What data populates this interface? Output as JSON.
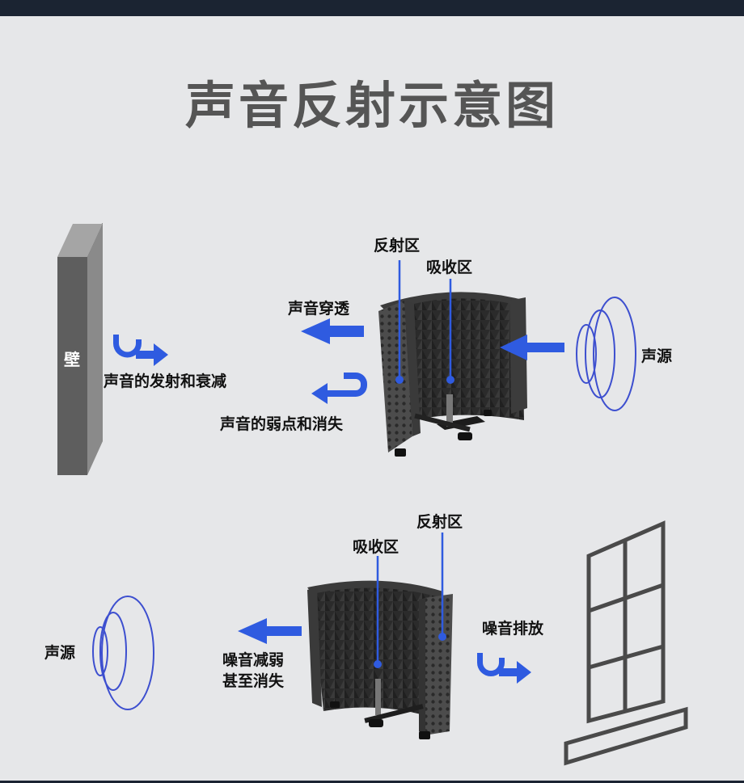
{
  "title": "声音反射示意图",
  "colors": {
    "arrow": "#2f5be0",
    "ring": "#3d4fcf",
    "wall": "#5b5b5b",
    "foam": "#2e2e2e",
    "window": "#4a4a4a"
  },
  "top": {
    "wall_label": "壁",
    "reflect_zone": "反射区",
    "absorb_zone": "吸收区",
    "penetration": "声音穿透",
    "reflection_decay": "声音的发射和衰减",
    "weakening": "声音的弱点和消失",
    "source": "声源"
  },
  "bottom": {
    "reflect_zone": "反射区",
    "absorb_zone": "吸收区",
    "noise_exhaust": "噪音排放",
    "source": "声源",
    "noise_reduce_line1": "噪音减弱",
    "noise_reduce_line2": "甚至消失"
  }
}
